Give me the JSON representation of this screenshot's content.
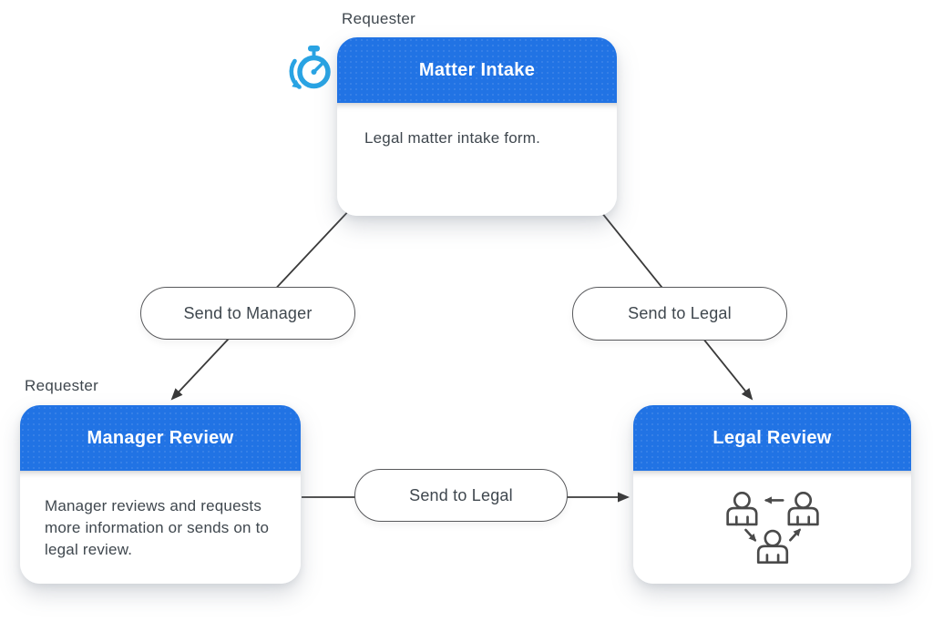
{
  "colors": {
    "header_blue": "#2173e4",
    "stopwatch_blue": "#29a3e3",
    "text_dark": "#3f474e",
    "arrow": "#3a3a3a",
    "pill_border": "#58595c"
  },
  "nodes": {
    "matter_intake": {
      "role_label": "Requester",
      "title": "Matter Intake",
      "description": "Legal matter intake form.",
      "icon": "stopwatch-timer-icon"
    },
    "manager_review": {
      "role_label": "Requester",
      "title": "Manager Review",
      "description": "Manager reviews and requests more information or sends on to legal review."
    },
    "legal_review": {
      "title": "Legal Review",
      "icon": "people-collaboration-icon"
    }
  },
  "connectors": {
    "intake_to_manager": {
      "label": "Send to Manager"
    },
    "intake_to_legal": {
      "label": "Send to Legal"
    },
    "manager_to_legal": {
      "label": "Send to Legal"
    }
  }
}
